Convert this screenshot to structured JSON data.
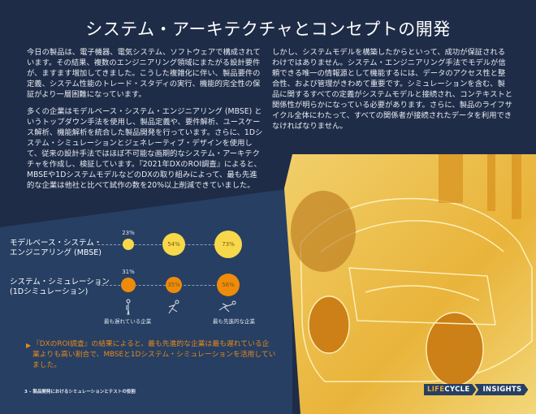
{
  "title": "システム・アーキテクチャとコンセプトの開発",
  "left_column": [
    "今日の製品は、電子機器、電気システム、ソフトウェアで構成されています。その結果、複数のエンジニアリング領域にまたがる設計要件が、ますます増加してきました。こうした複雑化に伴い、製品要件の定義、システム性能のトレード・スタディの実行、機能的完全性の保証がより一層困難になっています。",
    "多くの企業はモデルベース・システム・エンジニアリング (MBSE) というトップダウン手法を使用し、製品定義や、要件解析、ユースケース解析、機能解析を統合した製品開発を行っています。さらに、1Dシステム・シミュレーションとジェネレーティブ・デザインを使用して、従来の設計手法ではほぼ不可能な画期的なシステム・アーキテクチャを作成し、検証しています。『2021年DXのROI調査』によると、MBSEや1DシステムモデルなどのDXの取り組みによって、最も先進的な企業は他社と比べて試作の数を20%以上削減できていました。"
  ],
  "right_column": [
    "しかし、システムモデルを構築したからといって、成功が保証されるわけではありません。システム・エンジニアリング手法でモデルが信頼できる唯一の情報源として機能するには、データのアクセス性と整合性、および管理がきわめて重要です。シミュレーションを含む、製品に関するすべての定義がシステムモデルと接続され、コンテキストと関係性が明らかになっている必要があります。さらに、製品のライフサイクル全体にわたって、すべての関係者が接続されたデータを利用できなければなりません。"
  ],
  "chart_data": {
    "type": "bubble",
    "categories": [
      "最も遅れている企業",
      "",
      "最も先進的な企業"
    ],
    "series": [
      {
        "name": "モデルベース・システム・エンジニアリング (MBSE)",
        "values": [
          23,
          54,
          73
        ],
        "labels": [
          "23%",
          "54%",
          "73%"
        ],
        "color": "#f7d84a"
      },
      {
        "name": "システム・シミュレーション (1Dシミュレーション)",
        "values": [
          31,
          35,
          56
        ],
        "labels": [
          "31%",
          "35%",
          "56%"
        ],
        "color": "#ee8b0b"
      }
    ]
  },
  "row_labels": {
    "mbse": [
      "モデルベース・システム・",
      "エンジニアリング (MBSE)"
    ],
    "sim": [
      "システム・シミュレーション",
      "(1Dシミュレーション)"
    ]
  },
  "icons": [
    "standing-person-icon",
    "running-person-icon",
    "sprinting-person-icon"
  ],
  "callout": "『DXのROI調査』の結果によると、最も先進的な企業は最も遅れている企業よりも高い割合で、MBSEと1Dシステム・シミュレーションを活用していました。",
  "footer": "3 – 製品開発におけるシミュレーションとテストの役割",
  "logo": {
    "part1a": "LIFE",
    "part1b": "CYCLE",
    "part2": "INSIGHTS"
  },
  "colors": {
    "navy": "#1f2c47",
    "navy_light": "#263f63",
    "yellow": "#f7d84a",
    "orange": "#ee8b0b",
    "accent_text": "#e8891b"
  }
}
